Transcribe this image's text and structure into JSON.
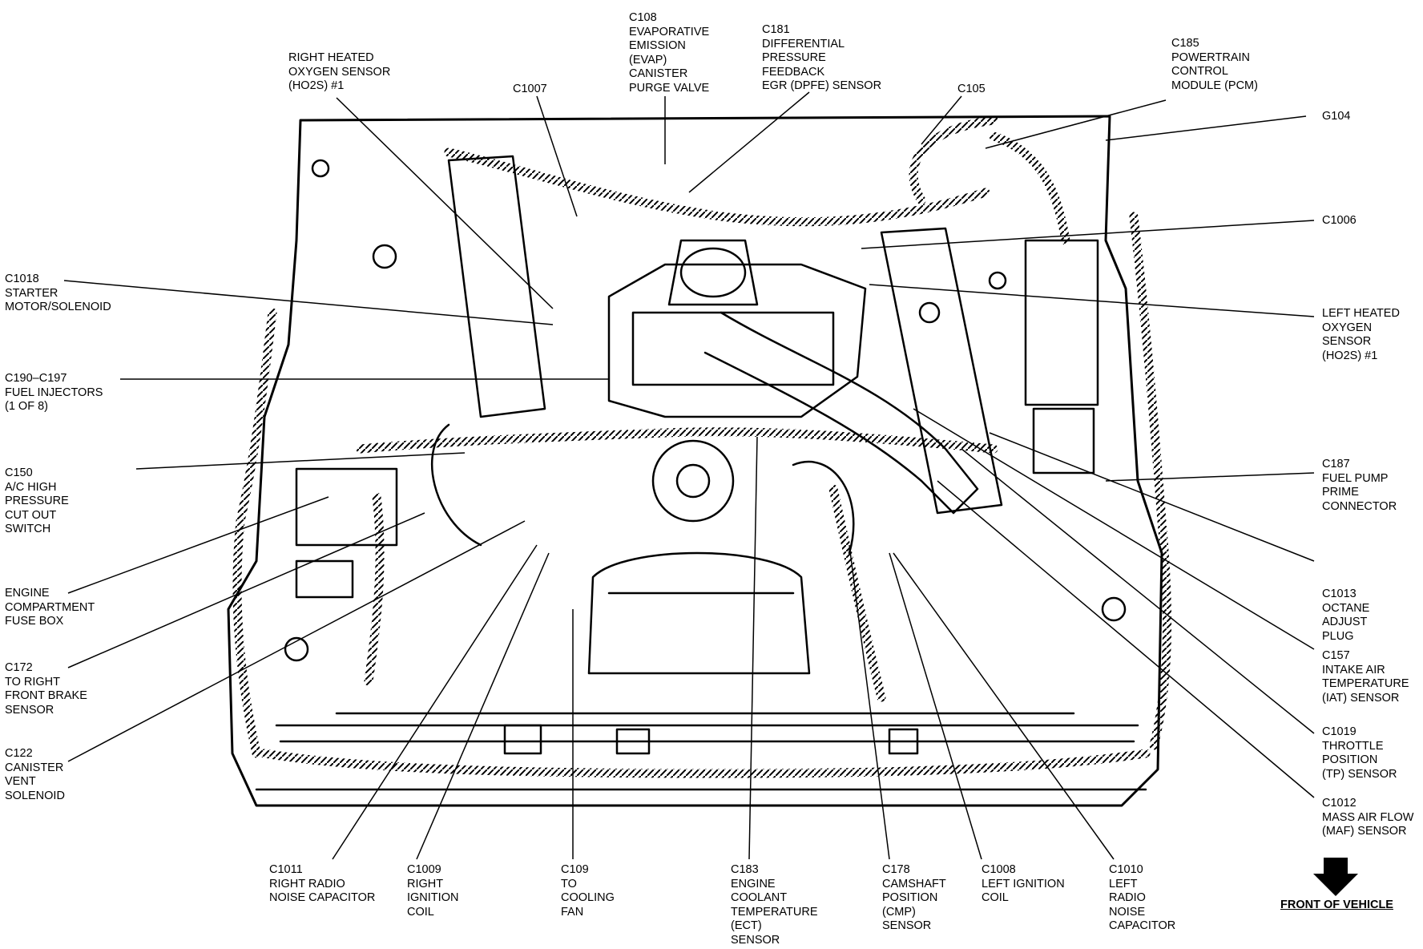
{
  "callouts": [
    {
      "id": "rho2s",
      "text": "RIGHT HEATED\nOXYGEN SENSOR\n(HO2S) #1"
    },
    {
      "id": "c1007",
      "text": "C1007"
    },
    {
      "id": "c108",
      "text": "C108\nEVAPORATIVE\nEMISSION\n(EVAP)\nCANISTER\nPURGE VALVE"
    },
    {
      "id": "c181",
      "text": "C181\nDIFFERENTIAL\nPRESSURE\nFEEDBACK\nEGR (DPFE) SENSOR"
    },
    {
      "id": "c105",
      "text": "C105"
    },
    {
      "id": "c185",
      "text": "C185\nPOWERTRAIN\nCONTROL\nMODULE (PCM)"
    },
    {
      "id": "g104",
      "text": "G104"
    },
    {
      "id": "c1006",
      "text": "C1006"
    },
    {
      "id": "lho2s",
      "text": "LEFT HEATED\nOXYGEN\nSENSOR\n(HO2S) #1"
    },
    {
      "id": "c187",
      "text": "C187\nFUEL PUMP\nPRIME\nCONNECTOR"
    },
    {
      "id": "c1013",
      "text": "C1013\nOCTANE\nADJUST\nPLUG"
    },
    {
      "id": "c157",
      "text": "C157\nINTAKE AIR\nTEMPERATURE\n(IAT) SENSOR"
    },
    {
      "id": "c1019",
      "text": "C1019\nTHROTTLE\nPOSITION\n(TP) SENSOR"
    },
    {
      "id": "c1012",
      "text": "C1012\nMASS AIR FLOW\n(MAF) SENSOR"
    },
    {
      "id": "c1018",
      "text": "C1018\nSTARTER\nMOTOR/SOLENOID"
    },
    {
      "id": "c190",
      "text": "C190–C197\nFUEL INJECTORS\n(1 OF 8)"
    },
    {
      "id": "c150",
      "text": "C150\nA/C HIGH\nPRESSURE\nCUT OUT\nSWITCH"
    },
    {
      "id": "efuse",
      "text": "ENGINE\nCOMPARTMENT\nFUSE BOX"
    },
    {
      "id": "c172",
      "text": "C172\nTO RIGHT\nFRONT BRAKE\nSENSOR"
    },
    {
      "id": "c122",
      "text": "C122\nCANISTER\nVENT\nSOLENOID"
    },
    {
      "id": "c1011",
      "text": "C1011\nRIGHT RADIO\nNOISE CAPACITOR"
    },
    {
      "id": "c1009",
      "text": "C1009\nRIGHT\nIGNITION\nCOIL"
    },
    {
      "id": "c109",
      "text": "C109\nTO\nCOOLING\nFAN"
    },
    {
      "id": "c183",
      "text": "C183\nENGINE\nCOOLANT\nTEMPERATURE\n(ECT)\nSENSOR"
    },
    {
      "id": "c178",
      "text": "C178\nCAMSHAFT\nPOSITION\n(CMP)\nSENSOR"
    },
    {
      "id": "c1008",
      "text": "C1008\nLEFT IGNITION\nCOIL"
    },
    {
      "id": "c1010",
      "text": "C1010\nLEFT\nRADIO\nNOISE\nCAPACITOR"
    }
  ],
  "front_label": "FRONT OF VEHICLE",
  "colors": {
    "ink": "#000000",
    "paper": "#ffffff"
  }
}
